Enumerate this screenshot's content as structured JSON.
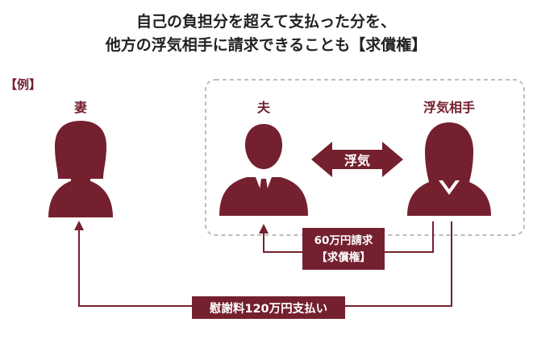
{
  "title": {
    "line1": "自己の負担分を超えて支払った分を、",
    "line2": "他方の浮気相手に請求できることも【求償権】"
  },
  "example_label": "【例】",
  "people": {
    "wife": {
      "label": "妻",
      "icon": "woman-silhouette-icon"
    },
    "husband": {
      "label": "夫",
      "icon": "man-silhouette-icon"
    },
    "partner": {
      "label": "浮気相手",
      "icon": "woman-silhouette-icon"
    }
  },
  "relation_label": "浮気",
  "claim": {
    "line1": "60万円請求",
    "line2": "【求償権】"
  },
  "payment_label": "慰謝料120万円支払い",
  "colors": {
    "accent": "#74202f",
    "dashed_border": "#bdbdbd",
    "text": "#222222",
    "box_text": "#ffffff"
  }
}
